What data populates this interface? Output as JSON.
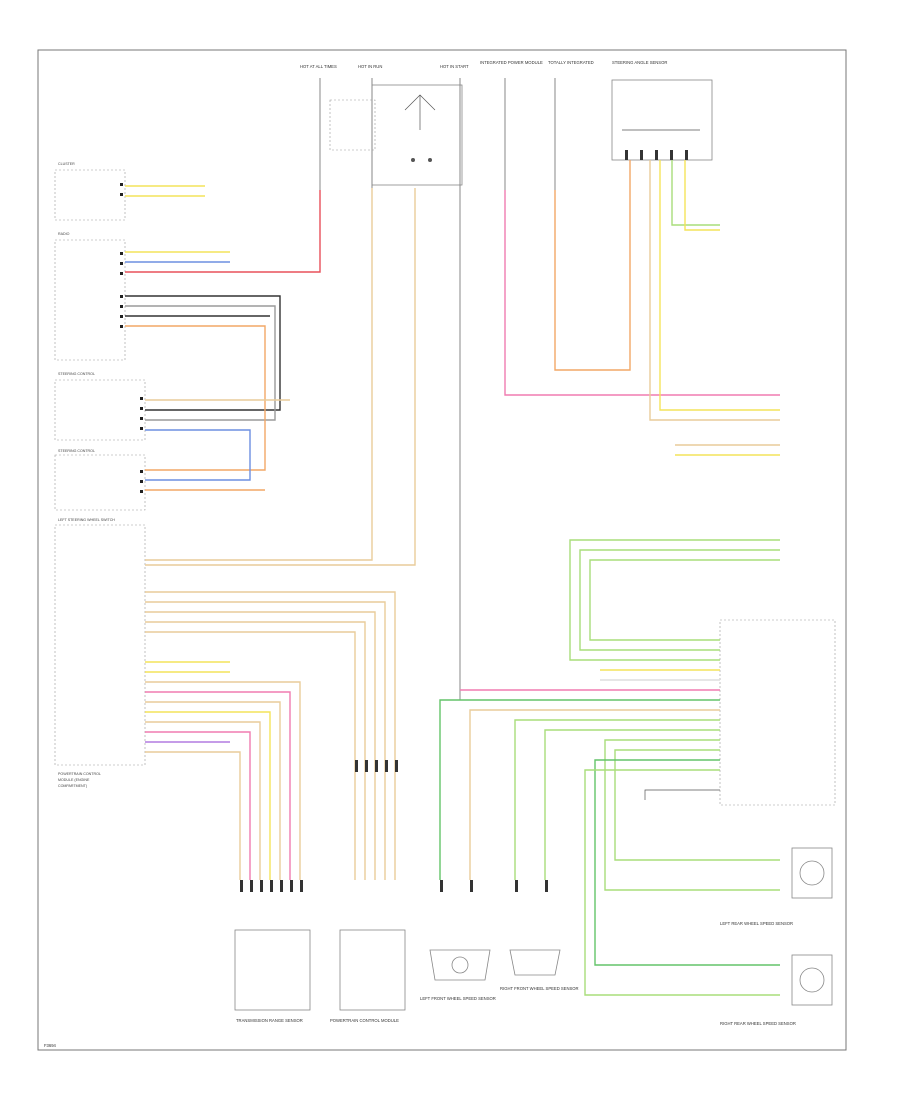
{
  "diagram": {
    "frame_color": "#777777",
    "footer_code": "F3694",
    "legible_labels": {
      "bottom_modules": [
        "TRANSMISSION RANGE SENSOR",
        "POWERTRAIN CONTROL MODULE",
        "LEFT FRONT WHEEL SPEED SENSOR",
        "RIGHT FRONT WHEEL SPEED SENSOR"
      ],
      "right_sensors": [
        "LEFT REAR WHEEL SPEED SENSOR",
        "RIGHT REAR WHEEL SPEED SENSOR"
      ]
    },
    "wire_colors": {
      "red": "#e8505a",
      "pink": "#f07cb0",
      "orange": "#f2a766",
      "tan": "#e9cc9a",
      "yellow": "#f4e35a",
      "green": "#63c46a",
      "lightgreen": "#a9dd7a",
      "blue": "#6d8fe0",
      "violet": "#b27be0",
      "gray": "#9a9a9a",
      "black": "#333333",
      "white": "#dddddd"
    }
  }
}
